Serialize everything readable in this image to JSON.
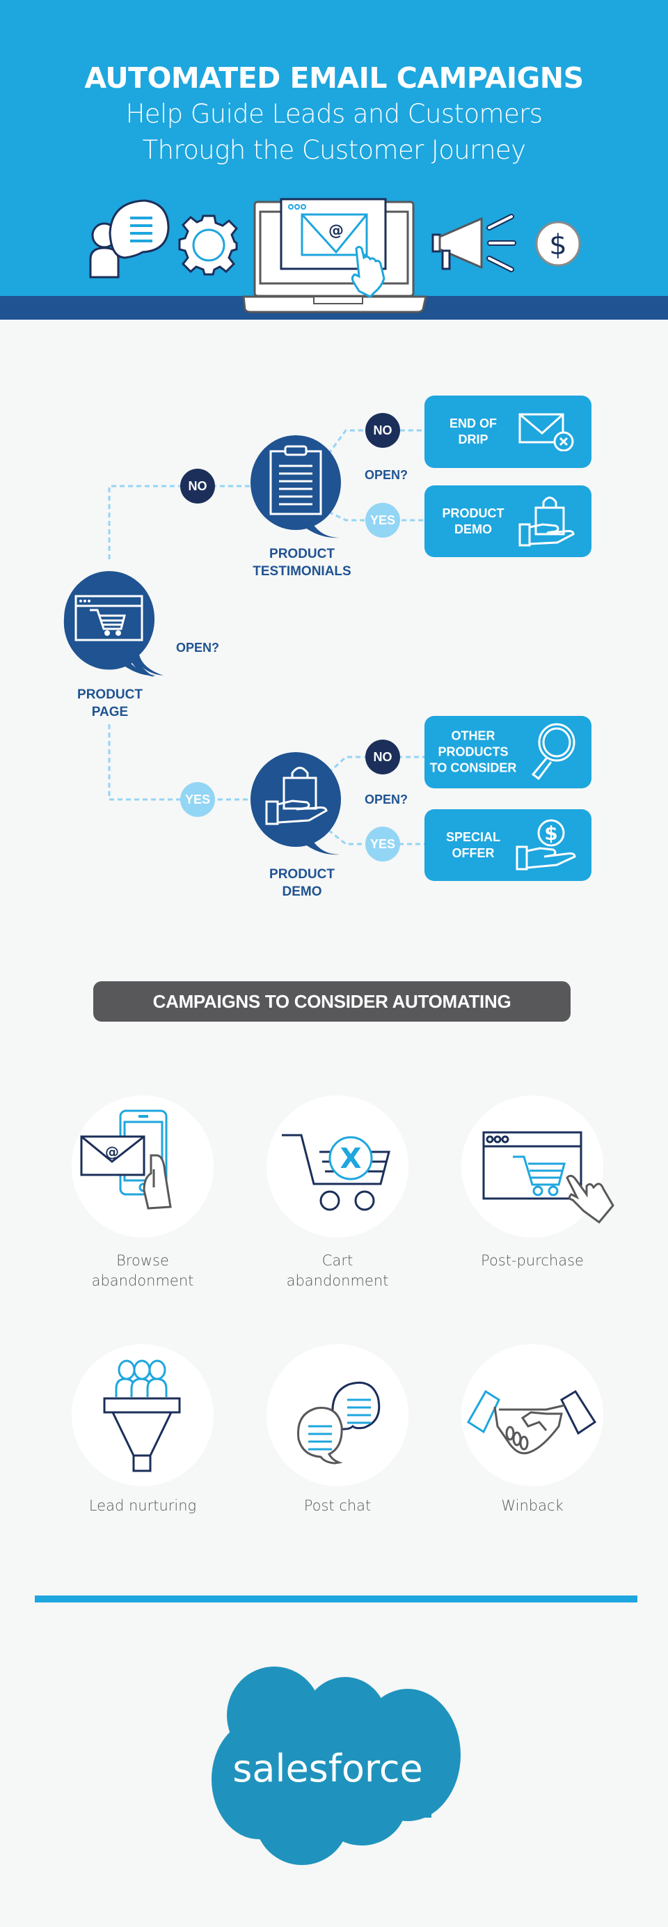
{
  "hero": {
    "title": "AUTOMATED EMAIL CAMPAIGNS",
    "subtitle_line1": "Help Guide Leads and Customers",
    "subtitle_line2": "Through the Customer Journey",
    "icons": [
      "person-chat-icon",
      "gear-icon",
      "laptop-email-icon",
      "megaphone-icon",
      "dollar-coin-icon"
    ],
    "colors": {
      "background": "#1ea6de",
      "band": "#1f5391"
    }
  },
  "flow": {
    "start": {
      "label_line1": "PRODUCT",
      "label_line2": "PAGE",
      "icon": "webpage-cart-icon",
      "question": "OPEN?"
    },
    "branch_no": {
      "decision": "NO",
      "node": {
        "label_line1": "PRODUCT",
        "label_line2": "TESTIMONIALS",
        "icon": "clipboard-icon",
        "question": "OPEN?"
      },
      "outcomes": [
        {
          "decision": "NO",
          "line1": "END OF",
          "line2": "DRIP",
          "line3": "",
          "icon": "email-cancel-icon"
        },
        {
          "decision": "YES",
          "line1": "PRODUCT",
          "line2": "DEMO",
          "line3": "",
          "icon": "hand-shopping-bag-icon"
        }
      ]
    },
    "branch_yes": {
      "decision": "YES",
      "node": {
        "label_line1": "PRODUCT",
        "label_line2": "DEMO",
        "icon": "hand-shopping-bag-icon",
        "question": "OPEN?"
      },
      "outcomes": [
        {
          "decision": "NO",
          "line1": "OTHER",
          "line2": "PRODUCTS",
          "line3": "TO CONSIDER",
          "icon": "magnifier-icon"
        },
        {
          "decision": "YES",
          "line1": "SPECIAL",
          "line2": "OFFER",
          "line3": "",
          "icon": "hand-dollar-coin-icon"
        }
      ]
    },
    "colors": {
      "node": "#1f5391",
      "no": "#1b2f5a",
      "yes": "#93d5f5",
      "outcome": "#1ea6de",
      "connector": "#93d5f5"
    }
  },
  "campaigns": {
    "header": "CAMPAIGNS TO CONSIDER AUTOMATING",
    "items": [
      {
        "line1": "Browse",
        "line2": "abandonment",
        "icon": "phone-email-icon"
      },
      {
        "line1": "Cart",
        "line2": "abandonment",
        "icon": "cart-cancel-icon"
      },
      {
        "line1": "Post-purchase",
        "line2": "",
        "icon": "webpage-cart-click-icon"
      },
      {
        "line1": "Lead nurturing",
        "line2": "",
        "icon": "people-funnel-icon"
      },
      {
        "line1": "Post chat",
        "line2": "",
        "icon": "chat-bubbles-icon"
      },
      {
        "line1": "Winback",
        "line2": "",
        "icon": "handshake-icon"
      }
    ]
  },
  "footer": {
    "brand": "salesforce",
    "logo_color": "#1f93bd"
  }
}
